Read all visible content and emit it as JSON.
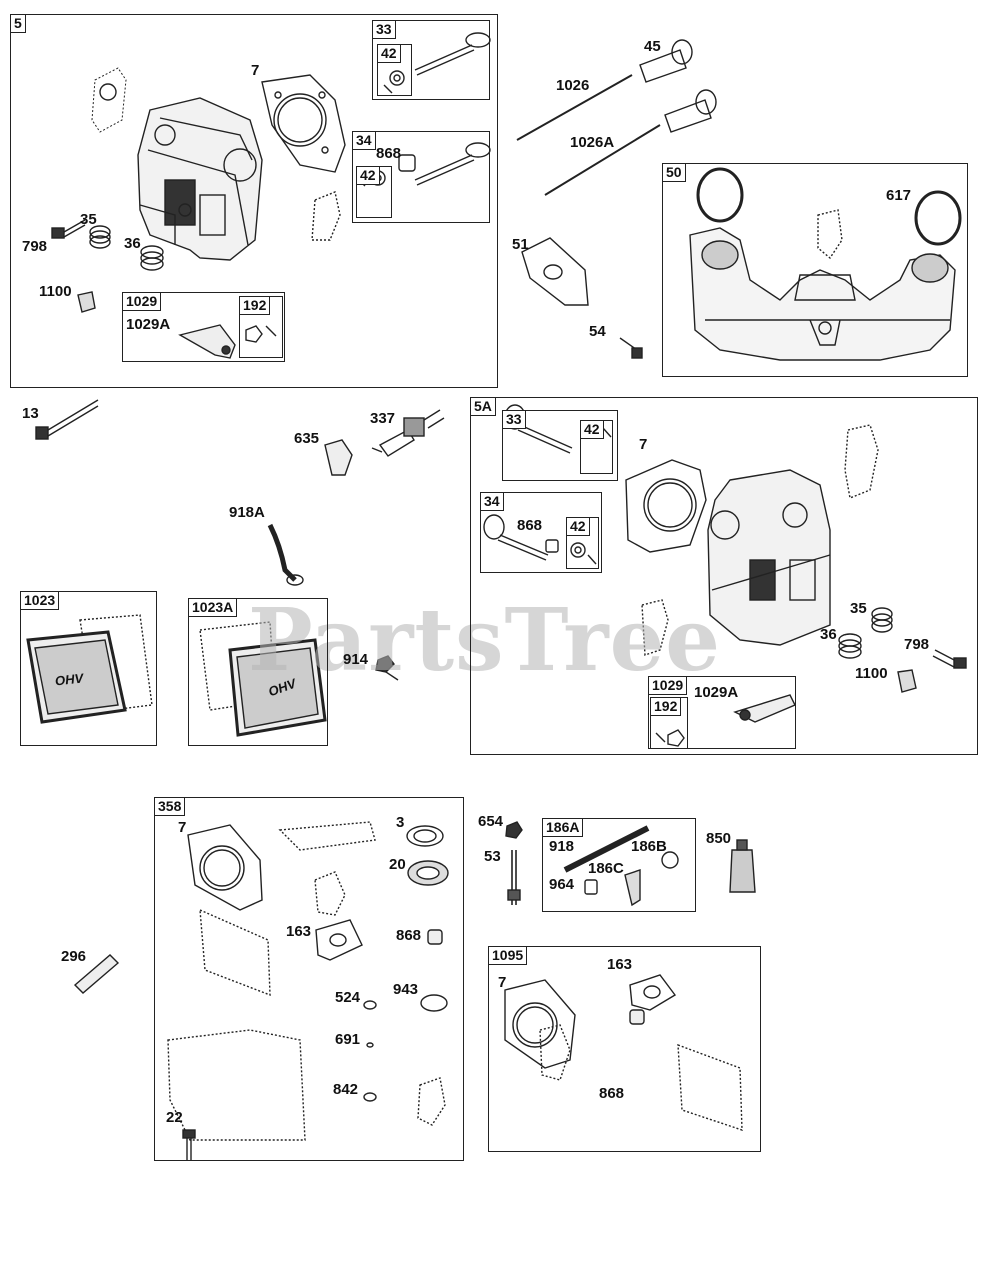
{
  "watermark": "PartsTree",
  "groups": {
    "g5": "5",
    "g33a": "33",
    "g42a": "42",
    "g34a": "34",
    "g42b": "42",
    "g1029a": "1029",
    "g192a": "192",
    "g50": "50",
    "g5A": "5A",
    "g33b": "33",
    "g42c": "42",
    "g34b": "34",
    "g42d": "42",
    "g1029b": "1029",
    "g192b": "192",
    "g1023": "1023",
    "g1023A": "1023A",
    "g358": "358",
    "g186A": "186A",
    "g1095": "1095"
  },
  "labels": {
    "l7a": "7",
    "l868a": "868",
    "l35a": "35",
    "l798a": "798",
    "l36a": "36",
    "l1100a": "1100",
    "l1029Aa": "1029A",
    "l45": "45",
    "l1026": "1026",
    "l1026A": "1026A",
    "l617": "617",
    "l51": "51",
    "l54": "54",
    "l13": "13",
    "l337": "337",
    "l635": "635",
    "l918A": "918A",
    "l914": "914",
    "l7b": "7",
    "l868b": "868",
    "l35b": "35",
    "l36b": "36",
    "l798b": "798",
    "l1100b": "1100",
    "l1029Ab": "1029A",
    "l7c": "7",
    "l3": "3",
    "l20": "20",
    "l163a": "163",
    "l868c": "868",
    "l524": "524",
    "l943": "943",
    "l691": "691",
    "l842": "842",
    "l22": "22",
    "l296": "296",
    "l654": "654",
    "l53": "53",
    "l918": "918",
    "l186B": "186B",
    "l186C": "186C",
    "l964": "964",
    "l850": "850",
    "l7d": "7",
    "l163b": "163",
    "l868d": "868"
  },
  "emblem_text": "OHV"
}
